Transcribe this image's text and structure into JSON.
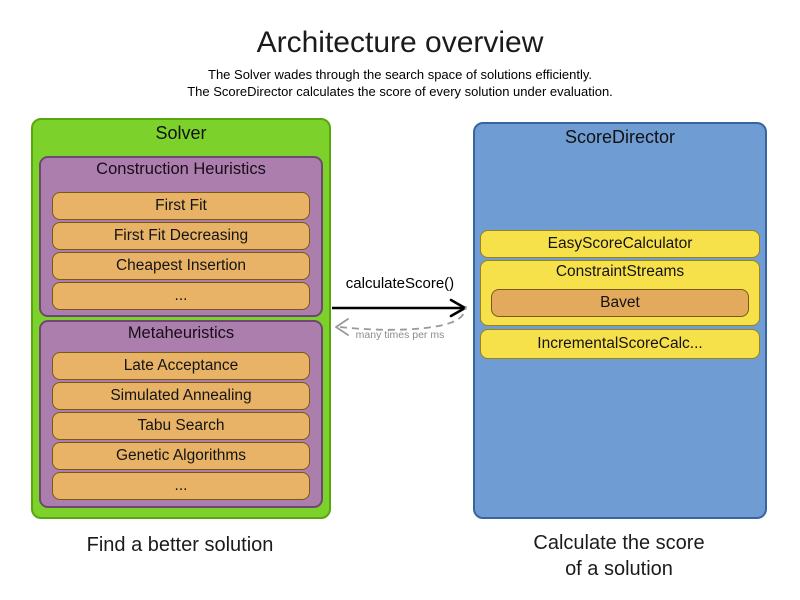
{
  "header": {
    "title": "Architecture overview",
    "subtitle_line1": "The Solver wades through the search space of solutions efficiently.",
    "subtitle_line2": "The ScoreDirector calculates the score of every solution under evaluation."
  },
  "solver": {
    "label": "Solver",
    "caption": "Find a better solution",
    "groups": [
      {
        "title": "Construction Heuristics",
        "items": [
          "First Fit",
          "First Fit Decreasing",
          "Cheapest Insertion",
          "..."
        ]
      },
      {
        "title": "Metaheuristics",
        "items": [
          "Late Acceptance",
          "Simulated Annealing",
          "Tabu Search",
          "Genetic Algorithms",
          "..."
        ]
      }
    ]
  },
  "score_director": {
    "label": "ScoreDirector",
    "caption_line1": "Calculate the score",
    "caption_line2": "of a solution",
    "calculators": [
      "EasyScoreCalculator",
      "ConstraintStreams",
      "IncrementalScoreCalc..."
    ],
    "constraint_streams_impl": "Bavet"
  },
  "interaction": {
    "call_label": "calculateScore()",
    "frequency_label": "many times per ms"
  },
  "colors": {
    "solver_green": "#7cd12b",
    "solver_green_border": "#58a711",
    "phase_purple": "#ac7eae",
    "phase_purple_border": "#6f4871",
    "algorithm_orange": "#e8b366",
    "algorithm_orange_border": "#7a5a12",
    "score_director_blue": "#6f9cd2",
    "score_director_blue_border": "#38659f",
    "calculator_yellow": "#f7e14b",
    "calculator_yellow_border": "#9a8414",
    "solid_arrow": "#000000",
    "dashed_arrow": "#999999"
  }
}
